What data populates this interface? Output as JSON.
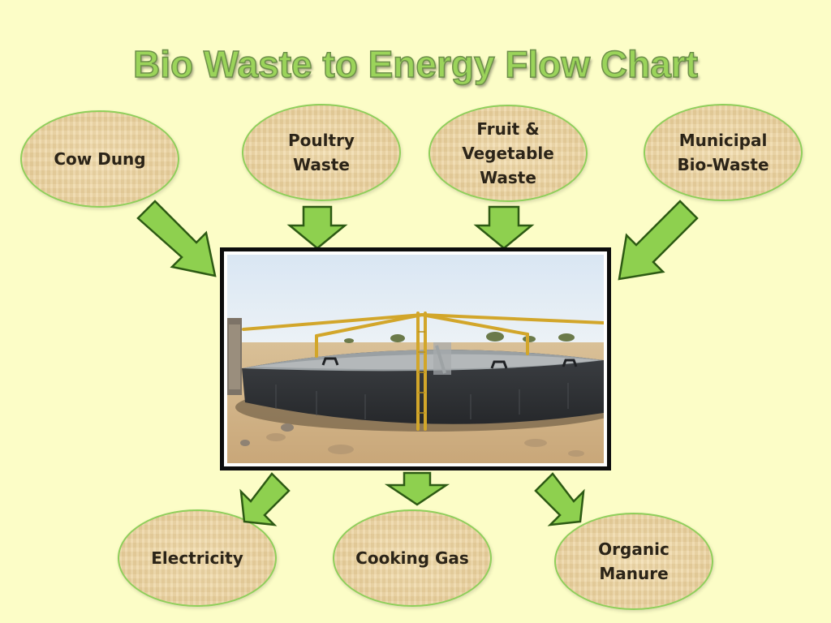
{
  "title": "Bio Waste to Energy Flow Chart",
  "inputs": [
    {
      "label": "Cow Dung"
    },
    {
      "label": "Poultry\nWaste"
    },
    {
      "label": "Fruit &\nVegetable\nWaste"
    },
    {
      "label": "Municipal\nBio-Waste"
    }
  ],
  "outputs": [
    {
      "label": "Electricity"
    },
    {
      "label": "Cooking Gas"
    },
    {
      "label": "Organic\nManure"
    }
  ],
  "colors": {
    "background": "#fcfdc7",
    "title": "#9bd45a",
    "arrow_fill": "#8ed04f",
    "arrow_stroke": "#2d5a14",
    "node_border": "#8fcf5b",
    "node_fill": "#ecd3a0"
  },
  "image": {
    "subject": "biogas-digester-photo"
  }
}
